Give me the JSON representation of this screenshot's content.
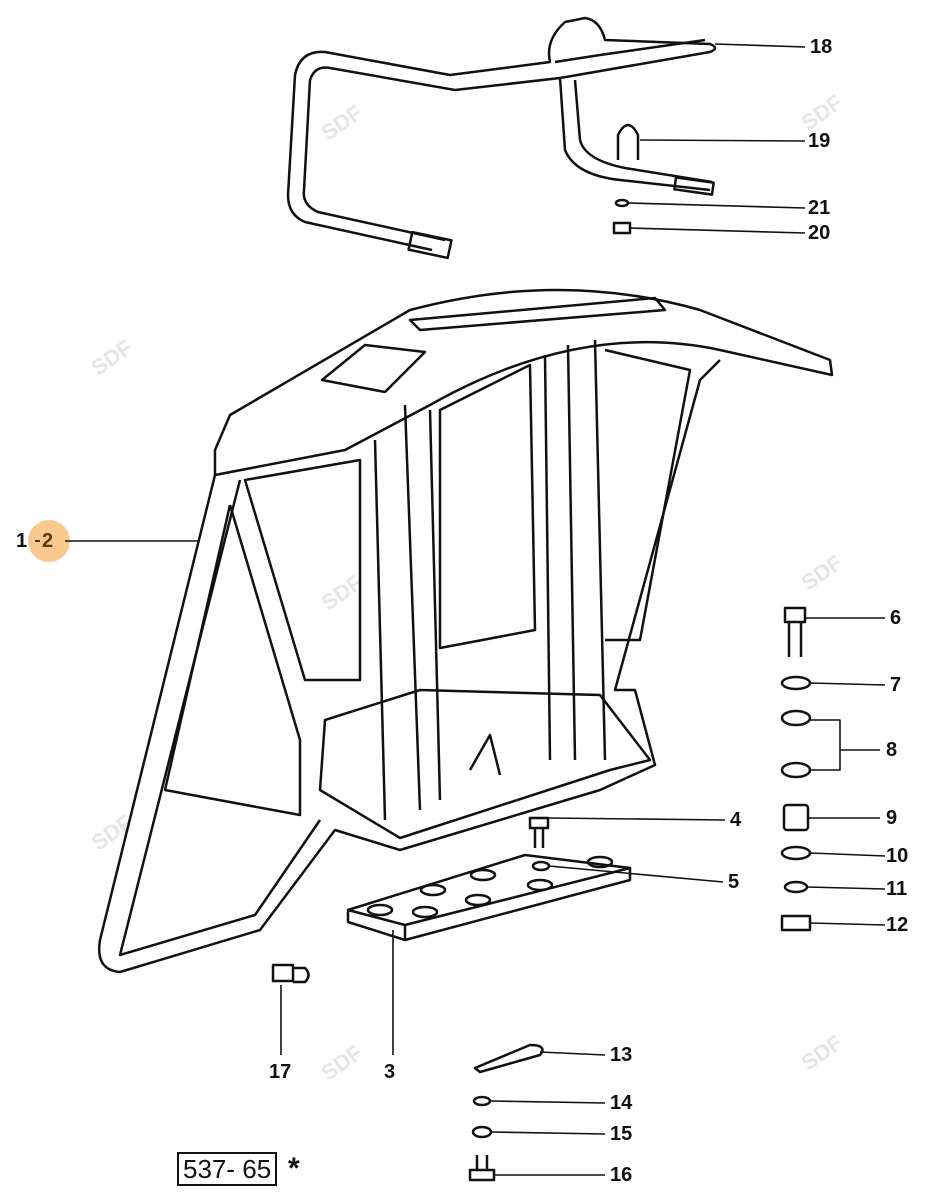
{
  "diagram": {
    "callouts": {
      "c1": "1",
      "c2": "2",
      "c3": "3",
      "c4": "4",
      "c5": "5",
      "c6": "6",
      "c7": "7",
      "c8": "8",
      "c9": "9",
      "c10": "10",
      "c11": "11",
      "c12": "12",
      "c13": "13",
      "c14": "14",
      "c15": "15",
      "c16": "16",
      "c17": "17",
      "c18": "18",
      "c19": "19",
      "c20": "20",
      "c21": "21"
    },
    "reference_code": "537- 65",
    "reference_mark": "*",
    "highlight_color": "#f7b56a",
    "watermark": "SDF"
  }
}
